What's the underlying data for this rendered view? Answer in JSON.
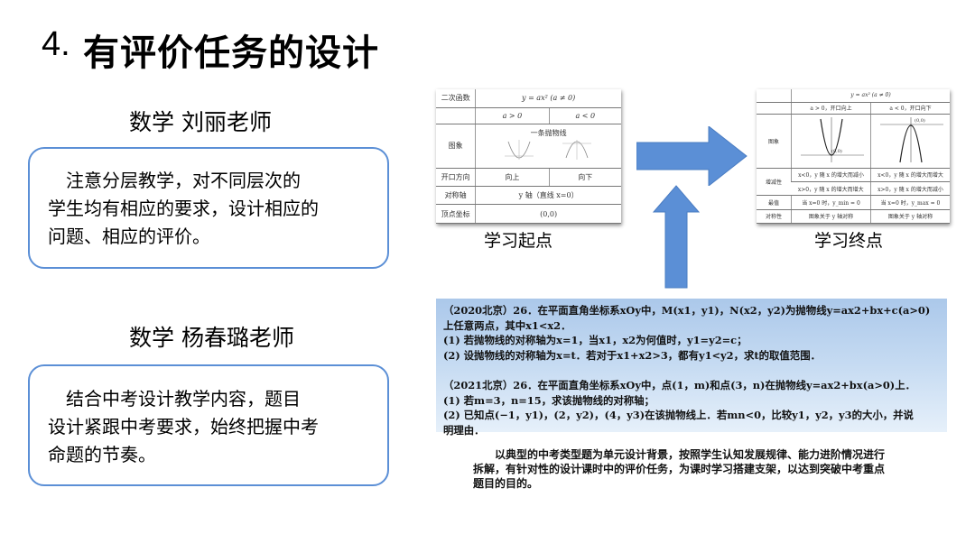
{
  "title": {
    "number": "4.",
    "text": "有评价任务的设计"
  },
  "teachers": [
    {
      "name": "数学 刘丽老师",
      "lines": [
        "　注意分层教学，对不同层次的",
        "学生均有相应的要求，设计相应的",
        "问题、相应的评价。"
      ]
    },
    {
      "name": "数学 杨春璐老师",
      "lines": [
        "　结合中考设计教学内容，题目",
        "设计紧跟中考要求，始终把握中考",
        "命题的节奏。"
      ]
    }
  ],
  "table_start": {
    "caption": "学习起点",
    "rows": [
      [
        "二次函数",
        "y = ax² (a ≠ 0)"
      ],
      [
        "",
        "a > 0",
        "a < 0"
      ],
      [
        "图象",
        "一条抛物线"
      ],
      [
        "开口方向",
        "向上",
        "向下"
      ],
      [
        "对称轴",
        "y 轴（直线 x=0）"
      ],
      [
        "顶点坐标",
        "(0,0)"
      ]
    ]
  },
  "table_end": {
    "caption": "学习终点",
    "header": "y = ax² (a ≠ 0)",
    "sub_left": "a > 0，开口向上",
    "sub_right": "a < 0，开口向下",
    "graph_label": "图象",
    "graph_point_left": "(0,0)",
    "graph_point_right": "(0,0)",
    "rows": [
      [
        "增减性",
        "x<0，y 随 x 的增大而减小",
        "x<0，y 随 x 的增大而增大"
      ],
      [
        "",
        "x>0，y 随 x 的增大而增大",
        "x>0，y 随 x 的增大而减小"
      ],
      [
        "最值",
        "当 x=0 时，y_min = 0",
        "当 x=0 时，y_max = 0"
      ],
      [
        "对称性",
        "图象关于 y 轴对称",
        "图象关于 y 轴对称"
      ]
    ]
  },
  "problem_lines": [
    "（2020北京）26．在平面直角坐标系xOy中，M(x1，y1)，N(x2，y2)为抛物线y=ax2+bx+c(a>0)",
    "上任意两点，其中x1<x2．",
    "(1) 若抛物线的对称轴为x=1，当x1，x2为何值时，y1=y2=c；",
    "(2) 设抛物线的对称轴为x=t．若对于x1+x2>3，都有y1<y2，求t的取值范围．",
    "",
    "（2021北京）26．在平面直角坐标系xOy中，点(1，m)和点(3，n)在抛物线y=ax2+bx(a>0)上．",
    "(1) 若m=3，n=15，求该抛物线的对称轴；",
    "(2) 已知点(−1，y1)，(2，y2)，(4，y3)在该抛物线上．若mn<0，比较y1，y2，y3的大小，并说",
    "明理由．"
  ],
  "summary_lines": [
    "　　以典型的中考类型题为单元设计背景，按照学生认知发展规律、能力进阶情况进行",
    "拆解，有针对性的设计课时中的评价任务，为课时学习搭建支架，以达到突破中考重点",
    "题目的目的。"
  ],
  "colors": {
    "accent": "#5b8fd6",
    "arrow": "#5b8fd6"
  }
}
